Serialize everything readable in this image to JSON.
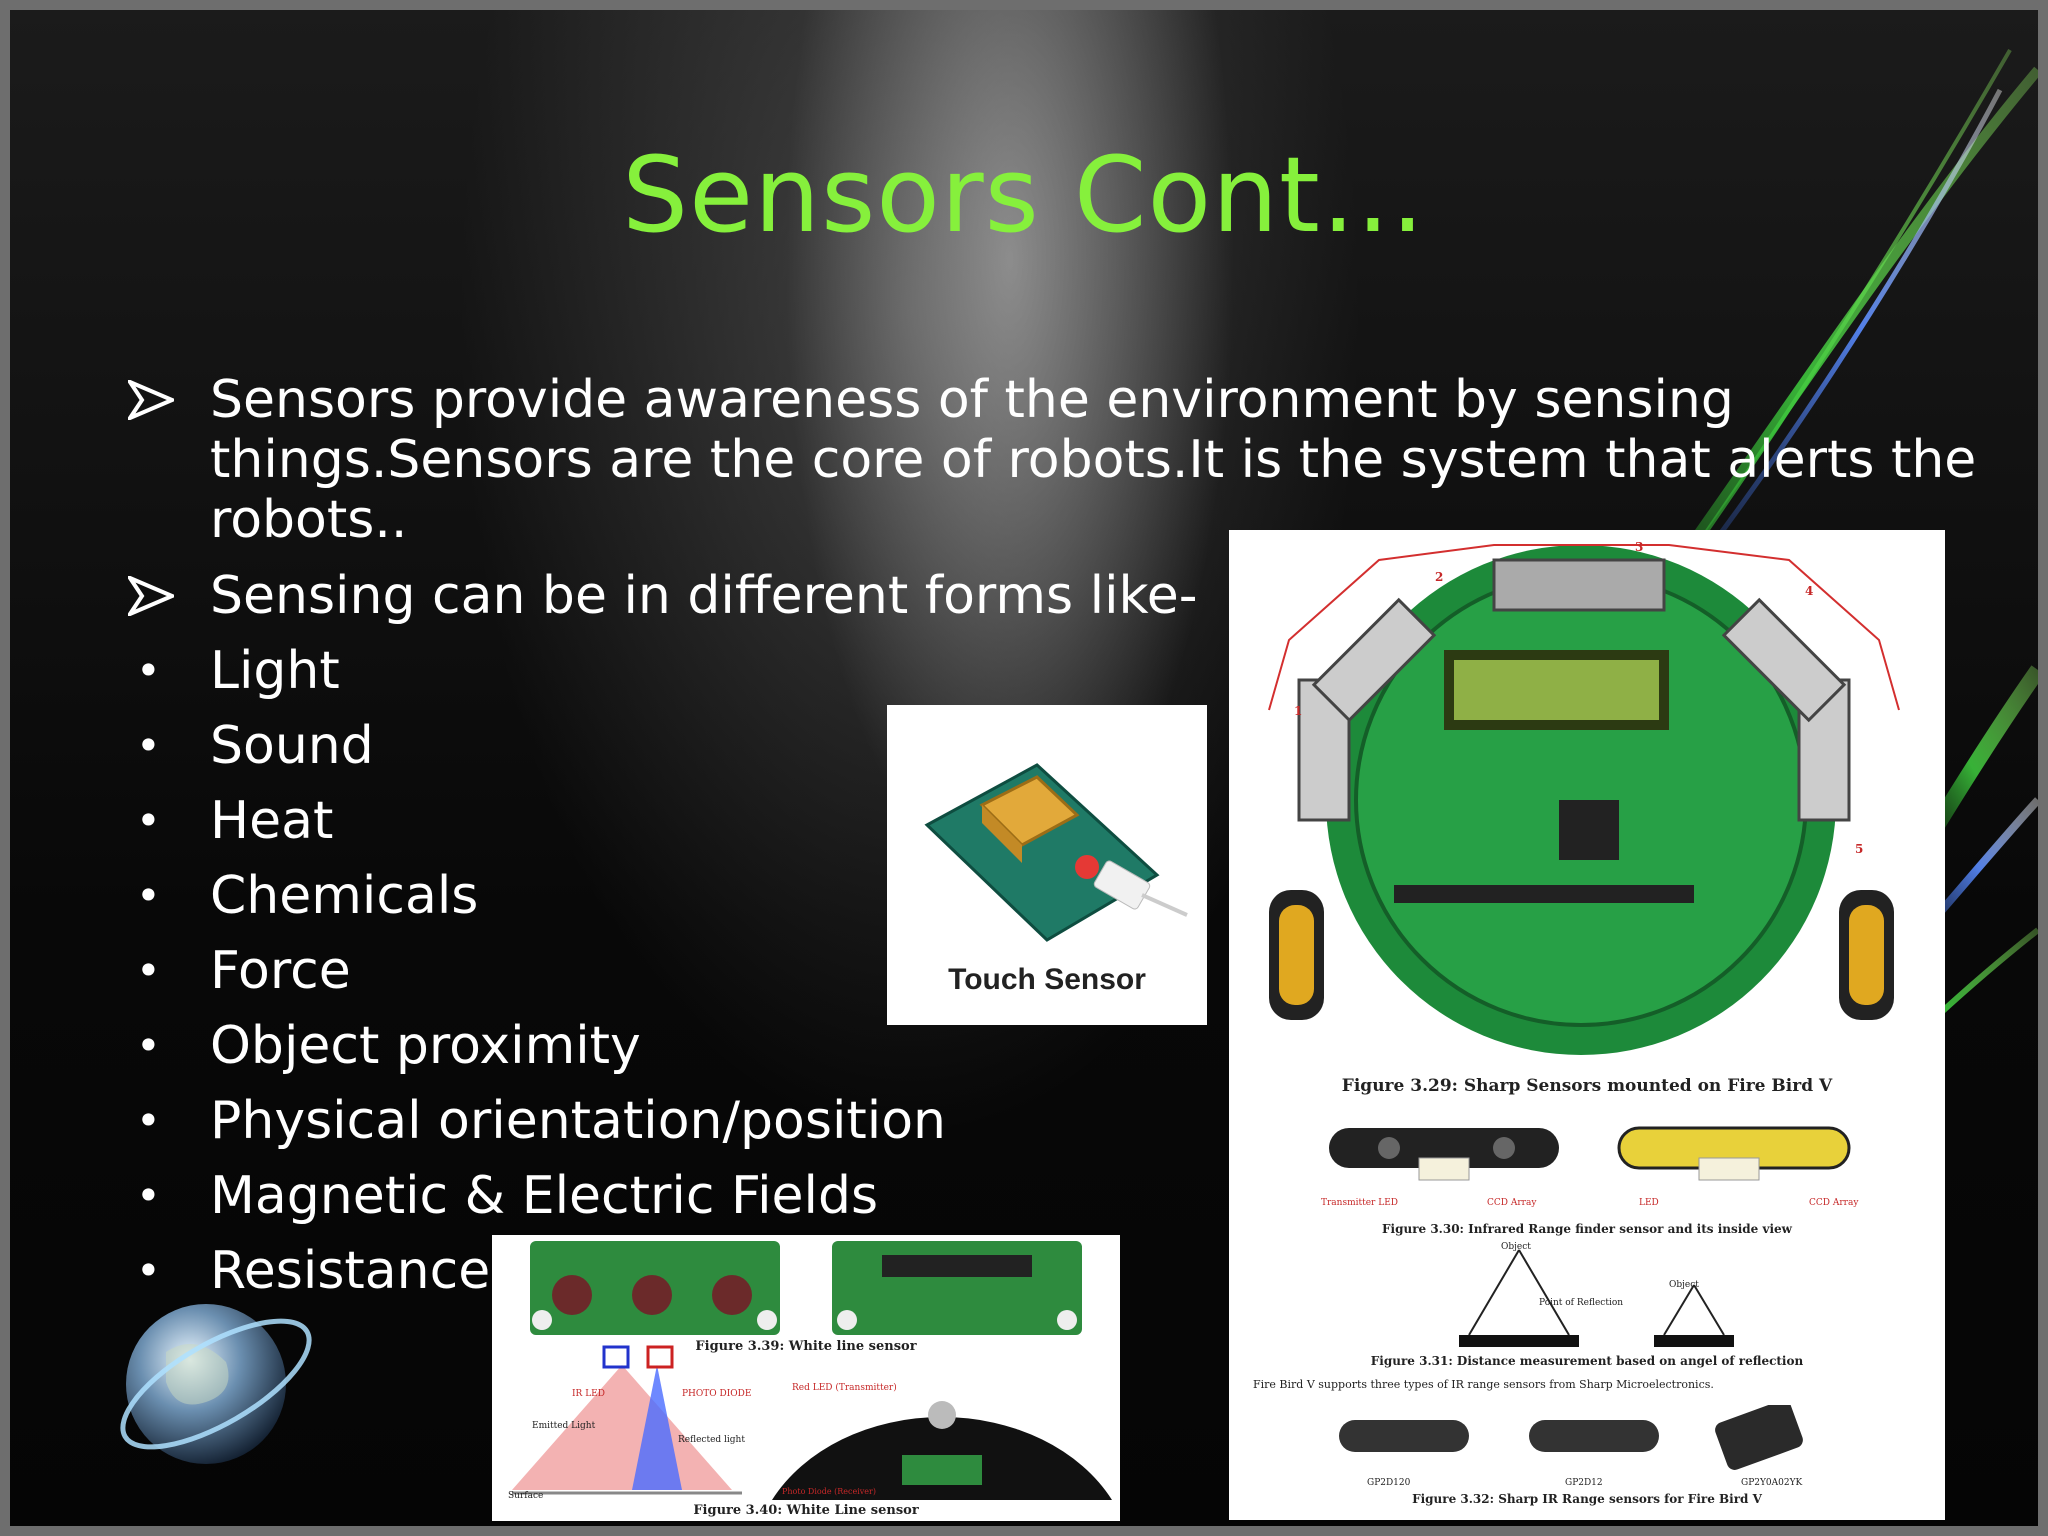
{
  "slide": {
    "title": "Sensors Cont…",
    "bullets": [
      {
        "marker": "arrow",
        "lines": [
          "Sensors provide awareness of the environment by sensing",
          "things.Sensors are the core of robots.It is the system that alerts the",
          "robots.."
        ]
      },
      {
        "marker": "arrow",
        "lines": [
          "Sensing can be in different forms like-"
        ]
      },
      {
        "marker": "dot",
        "lines": [
          "Light"
        ]
      },
      {
        "marker": "dot",
        "lines": [
          "Sound"
        ]
      },
      {
        "marker": "dot",
        "lines": [
          "Heat"
        ]
      },
      {
        "marker": "dot",
        "lines": [
          "Chemicals"
        ]
      },
      {
        "marker": "dot",
        "lines": [
          "Force"
        ]
      },
      {
        "marker": "dot",
        "lines": [
          "Object proximity"
        ]
      },
      {
        "marker": "dot",
        "lines": [
          "Physical orientation/position"
        ]
      },
      {
        "marker": "dot",
        "lines": [
          "Magnetic & Electric Fields"
        ]
      },
      {
        "marker": "dot",
        "lines": [
          "Resistance"
        ]
      }
    ]
  },
  "touch_sensor_image": {
    "label": "Touch Sensor"
  },
  "line_sensor_image": {
    "caption_top": "Figure 3.39: White line sensor",
    "caption_bottom": "Figure 3.40: White Line sensor",
    "labels": [
      "IR LED",
      "PHOTO DIODE",
      "Red LED (Transmitter)",
      "Emitted Light",
      "Reflected light",
      "Surface",
      "Photo Diode (Receiver)"
    ]
  },
  "firebird_image": {
    "caption_1": "Figure 3.29: Sharp Sensors mounted on Fire Bird V",
    "caption_2": "Figure 3.30: Infrared Range finder sensor and its inside view",
    "caption_3": "Figure 3.31: Distance measurement based on angel of reflection",
    "body_text": "Fire Bird V supports three types of IR range sensors from Sharp Microelectronics.",
    "caption_4": "Figure 3.32: Sharp IR Range sensors for Fire Bird V",
    "sensor_labels": [
      "Transmitter LED",
      "CCD Array",
      "LED",
      "CCD Array"
    ],
    "diagram_labels": [
      "Object",
      "Object",
      "Point of Reflection"
    ],
    "part_names": [
      "GP2D120",
      "GP2D12",
      "GP2Y0A02YK"
    ],
    "mount_numbers": [
      "1",
      "2",
      "3",
      "4",
      "5"
    ]
  },
  "colors": {
    "title": "#86f03c",
    "text": "#ffffff",
    "background": "#0a0a0a"
  }
}
